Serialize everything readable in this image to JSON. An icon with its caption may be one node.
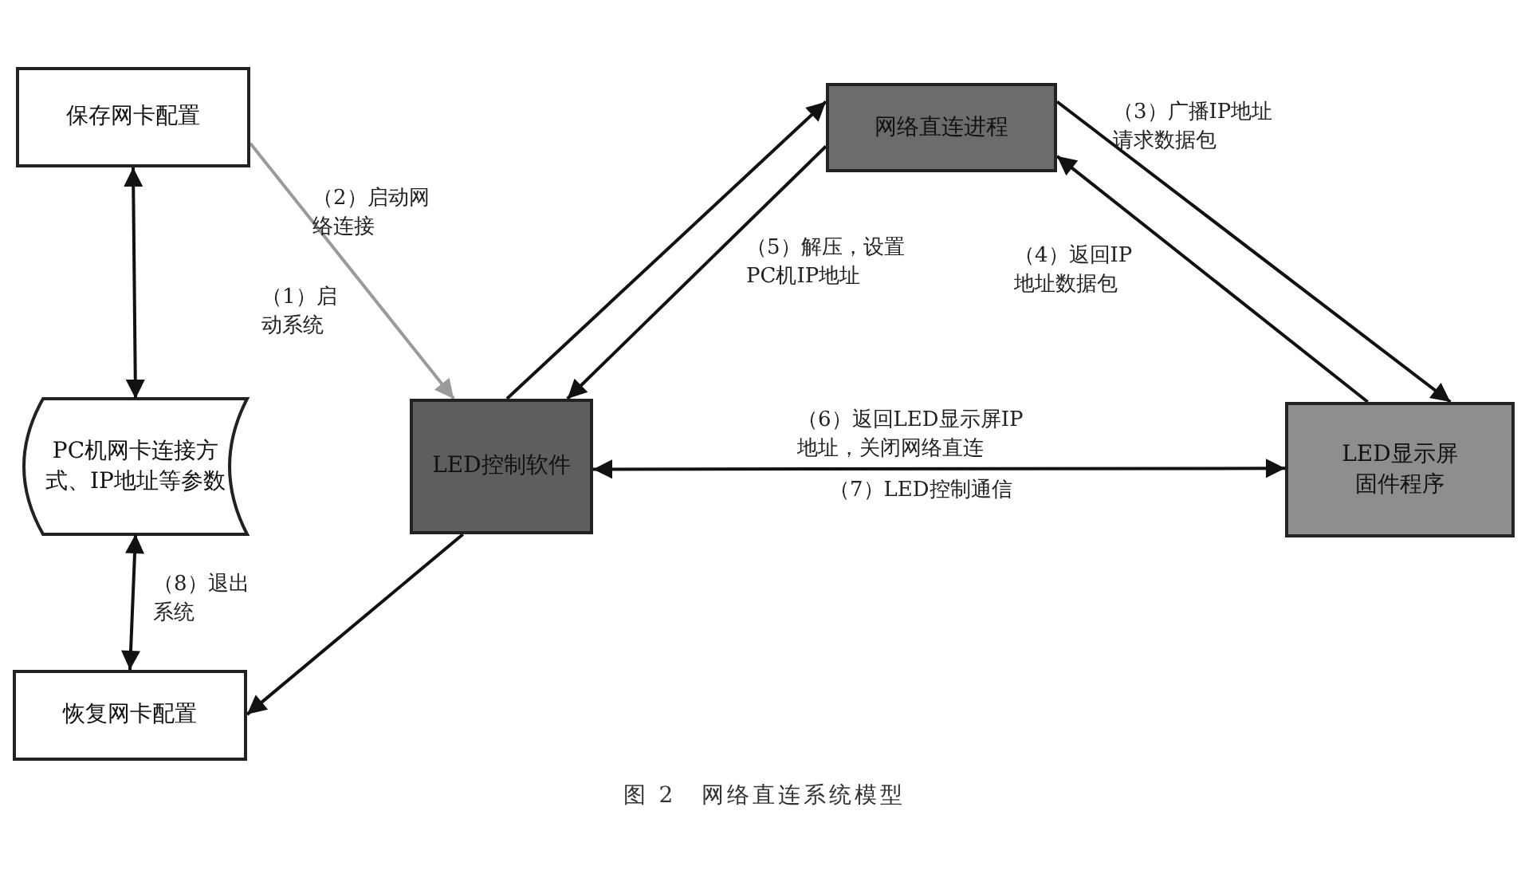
{
  "diagram": {
    "caption": "图 2　网络直连系统模型",
    "nodes": [
      {
        "text": [
          "保存网卡配置"
        ]
      },
      {
        "text": [
          "PC机网卡连接方式、IP地址等参数"
        ]
      },
      {
        "text": [
          "恢复网卡配置"
        ]
      },
      {
        "text": [
          "LED控制软件"
        ]
      },
      {
        "text": [
          "网络直连进程"
        ]
      },
      {
        "text": [
          "LED显示屏固件程序"
        ]
      }
    ],
    "edges": [
      {
        "from": 0,
        "to": 1,
        "arrow": "both"
      },
      {
        "from": 0,
        "to": 3,
        "arrow": "to",
        "label": "（2）启动网络连接",
        "color": "#9a9a9a"
      },
      {
        "from": 1,
        "to": 2,
        "arrow": "both",
        "label": "（8）退出系统"
      },
      {
        "from": 3,
        "to": 2,
        "arrow": "to"
      },
      {
        "from": 3,
        "to": 4,
        "arrow": "to"
      },
      {
        "from": 4,
        "to": 3,
        "arrow": "to",
        "label": "（5）解压，设置PC机IP地址"
      },
      {
        "from": 4,
        "to": 5,
        "arrow": "to",
        "label": "（3）广播IP地址请求数据包"
      },
      {
        "from": 5,
        "to": 4,
        "arrow": "to",
        "label": "（4）返回IP地址数据包"
      },
      {
        "from": 5,
        "to": 3,
        "arrow": "both",
        "label": "（6）返回LED显示屏IP地址，关闭网络直连"
      }
    ],
    "labels": [
      "（1）启动系统",
      "（7）LED控制通信"
    ]
  }
}
